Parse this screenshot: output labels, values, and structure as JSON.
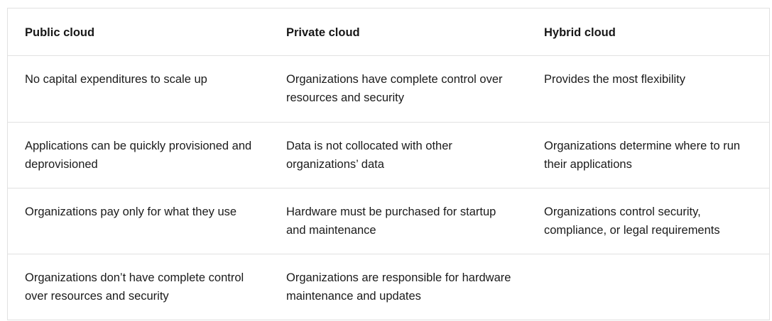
{
  "table": {
    "headers": [
      "Public cloud",
      "Private cloud",
      "Hybrid cloud"
    ],
    "rows": [
      [
        "No capital expenditures to scale up",
        "Organizations have complete control over resources and security",
        "Provides the most flexibility"
      ],
      [
        "Applications can be quickly provisioned and deprovisioned",
        "Data is not collocated with other organizations’ data",
        "Organizations determine where to run their applications"
      ],
      [
        "Organizations pay only for what they use",
        "Hardware must be purchased for startup and maintenance",
        "Organizations control security, compliance, or legal requirements"
      ],
      [
        "Organizations don’t have complete control over resources and security",
        "Organizations are responsible for hardware maintenance and updates",
        ""
      ]
    ]
  }
}
